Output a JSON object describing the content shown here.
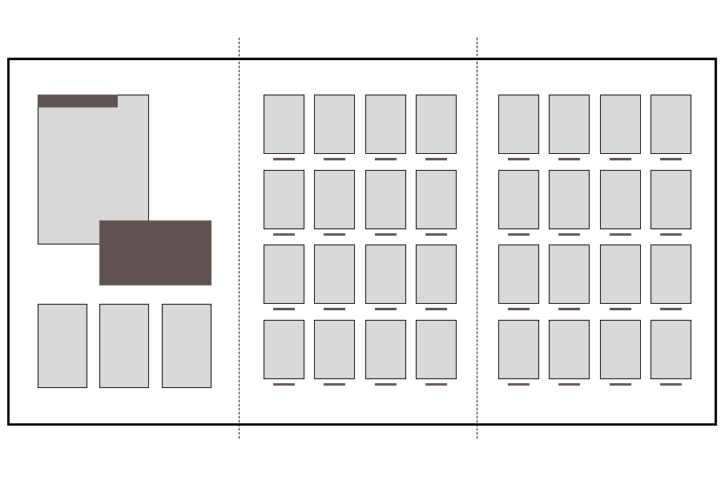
{
  "colors": {
    "background": "#ffffff",
    "outline": "#000000",
    "placeholder_fill": "#d9d9d9",
    "accent_fill": "#5e5150"
  },
  "left_panel": {
    "small_placeholders": 3
  },
  "grids": [
    {
      "name": "middle",
      "rows": 4,
      "cols": 4,
      "captioned": true
    },
    {
      "name": "right",
      "rows": 4,
      "cols": 4,
      "captioned": true
    }
  ]
}
